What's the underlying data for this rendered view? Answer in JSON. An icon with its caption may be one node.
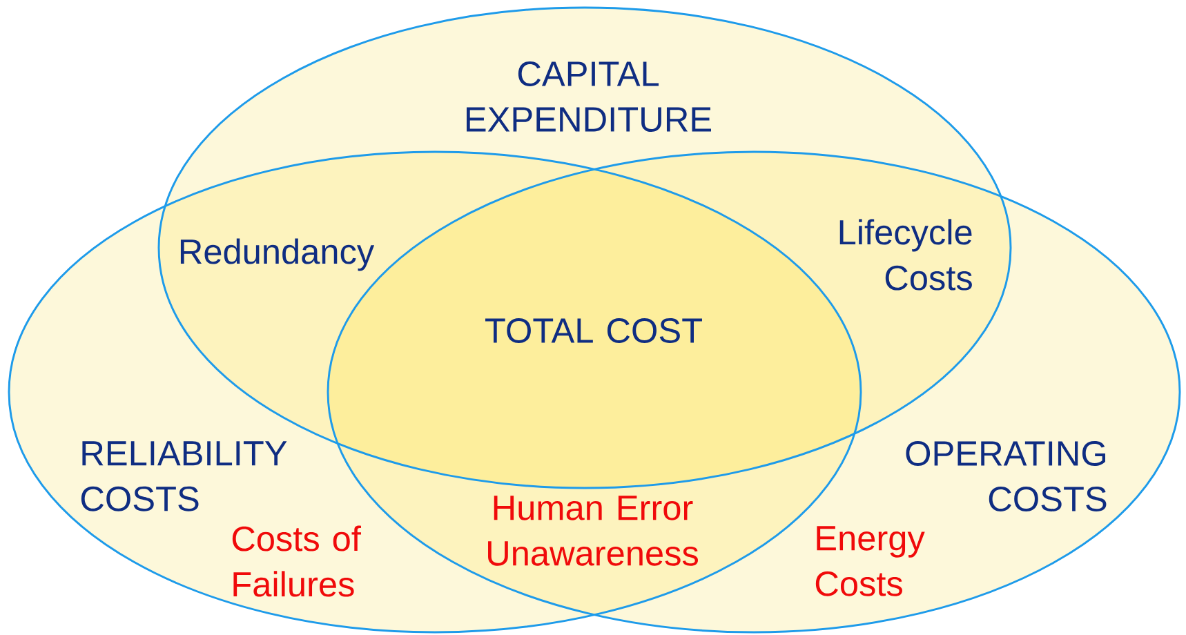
{
  "diagram": {
    "nodes": [
      {
        "text": [
          "CAPITAL EXPENDITURE"
        ]
      },
      {
        "text": [
          "RELIABILITY COSTS"
        ]
      },
      {
        "text": [
          "OPERATING COSTS"
        ]
      }
    ],
    "labels": [
      "Redundancy",
      "Lifecycle Costs",
      "TOTAL COST",
      "Human Error Unawareness",
      "Costs of Failures",
      "Energy Costs"
    ]
  }
}
